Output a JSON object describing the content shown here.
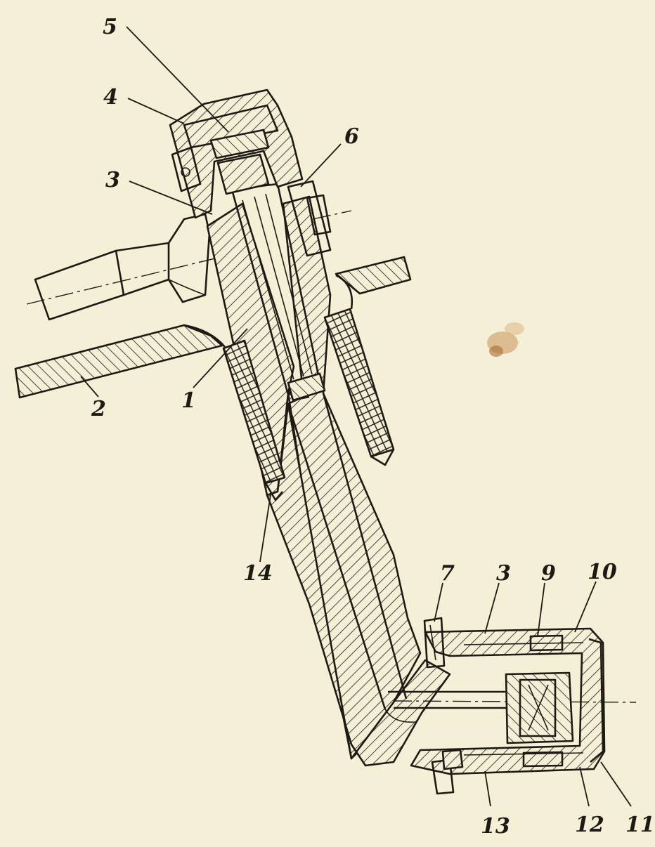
{
  "figure": {
    "background_color": "#f4efd6",
    "ink_color": "#1d1a14",
    "labels": [
      {
        "id": "label-5",
        "text": "5"
      },
      {
        "id": "label-4",
        "text": "4"
      },
      {
        "id": "label-6",
        "text": "6"
      },
      {
        "id": "label-3-top",
        "text": "3"
      },
      {
        "id": "label-2",
        "text": "2"
      },
      {
        "id": "label-1",
        "text": "1"
      },
      {
        "id": "label-14",
        "text": "14"
      },
      {
        "id": "label-7",
        "text": "7"
      },
      {
        "id": "label-8",
        "text": "3"
      },
      {
        "id": "label-9",
        "text": "9"
      },
      {
        "id": "label-10",
        "text": "10"
      },
      {
        "id": "label-13",
        "text": "13"
      },
      {
        "id": "label-12",
        "text": "12"
      },
      {
        "id": "label-11",
        "text": "11"
      }
    ]
  }
}
